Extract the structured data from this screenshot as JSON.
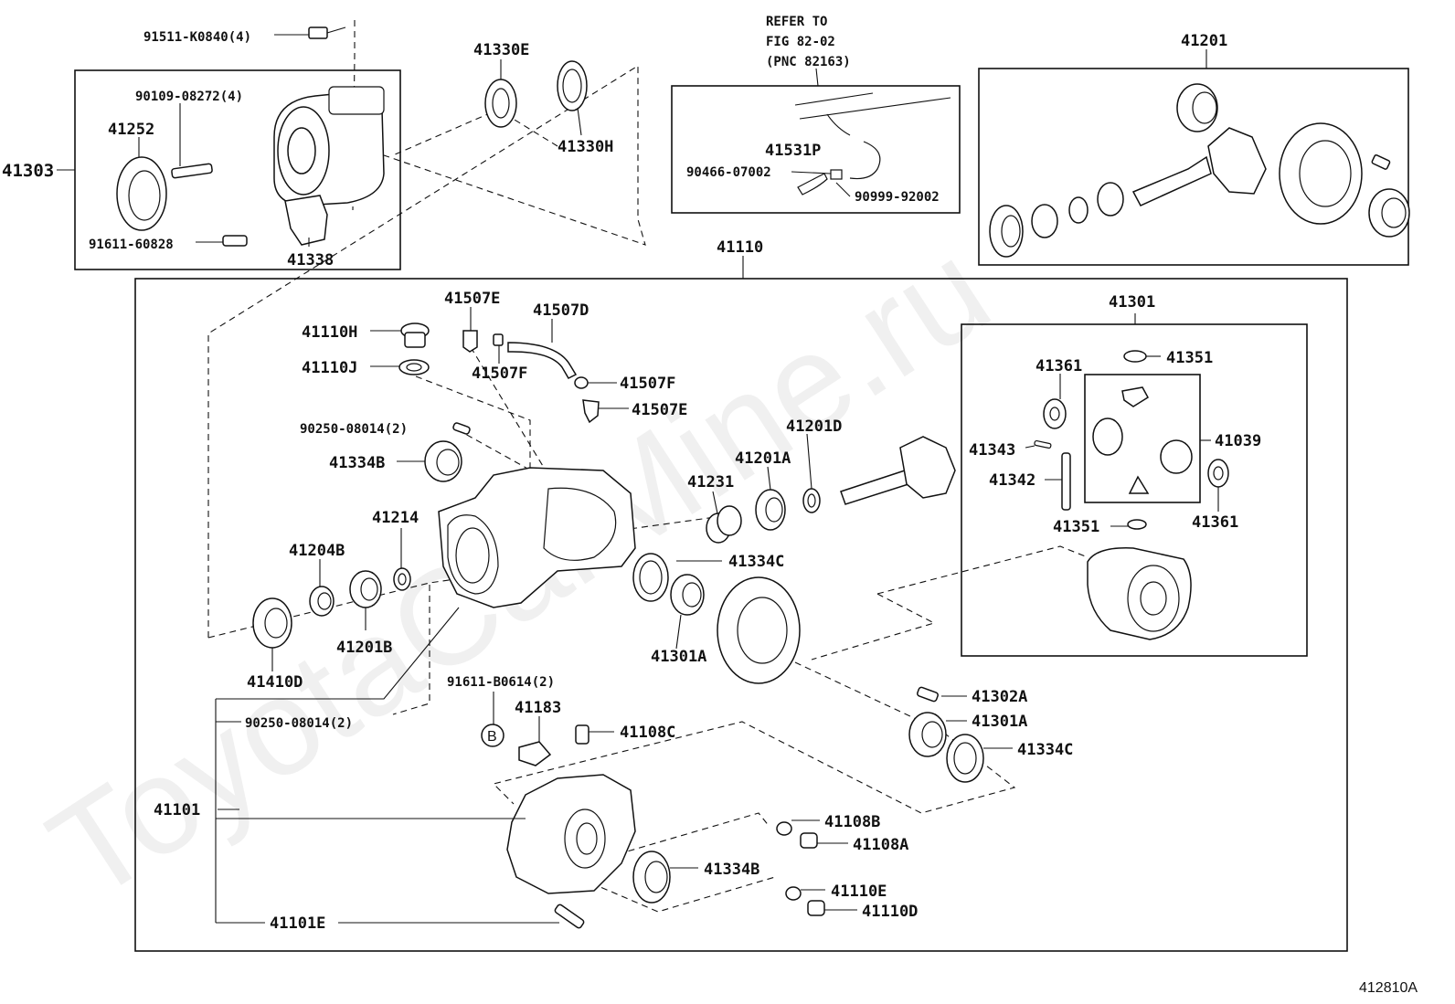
{
  "diagram_code": "412810A",
  "watermark": "ToyotaCarMine.ru",
  "reference_note": [
    "REFER TO",
    "FIG 82-02",
    "(PNC 82163)"
  ],
  "callouts": {
    "p91511": "91511-K0840(4)",
    "p90109": "90109-08272(4)",
    "p41252": "41252",
    "p41303": "41303",
    "p91611_60828": "91611-60828",
    "p41338": "41338",
    "p41330E": "41330E",
    "p41330H": "41330H",
    "p41531P": "41531P",
    "p90466": "90466-07002",
    "p90999": "90999-92002",
    "p41201": "41201",
    "p41110": "41110",
    "p41507E_top": "41507E",
    "p41507D": "41507D",
    "p41110H": "41110H",
    "p41110J": "41110J",
    "p41507F_left": "41507F",
    "p41507F_right": "41507F",
    "p41507E_bottom": "41507E",
    "p90250_top": "90250-08014(2)",
    "p41334B_top": "41334B",
    "p41214": "41214",
    "p41204B": "41204B",
    "p41201B": "41201B",
    "p41410D": "41410D",
    "p41231": "41231",
    "p41201A": "41201A",
    "p41201D": "41201D",
    "p41334C_mid": "41334C",
    "p41301A_left": "41301A",
    "p41301": "41301",
    "p41351_top": "41351",
    "p41361_left": "41361",
    "p41343": "41343",
    "p41039": "41039",
    "p41342": "41342",
    "p41351_bottom": "41351",
    "p41361_right": "41361",
    "p91611_B0614": "91611-B0614(2)",
    "p41183": "41183",
    "p41108C": "41108C",
    "p90250_bottom": "90250-08014(2)",
    "p41302A": "41302A",
    "p41301A_right": "41301A",
    "p41334C_right": "41334C",
    "p41101": "41101",
    "p41108B": "41108B",
    "p41108A": "41108A",
    "p41334B_bottom": "41334B",
    "p41110E": "41110E",
    "p41110D": "41110D",
    "p41101E": "41101E",
    "marker_b": "B"
  }
}
